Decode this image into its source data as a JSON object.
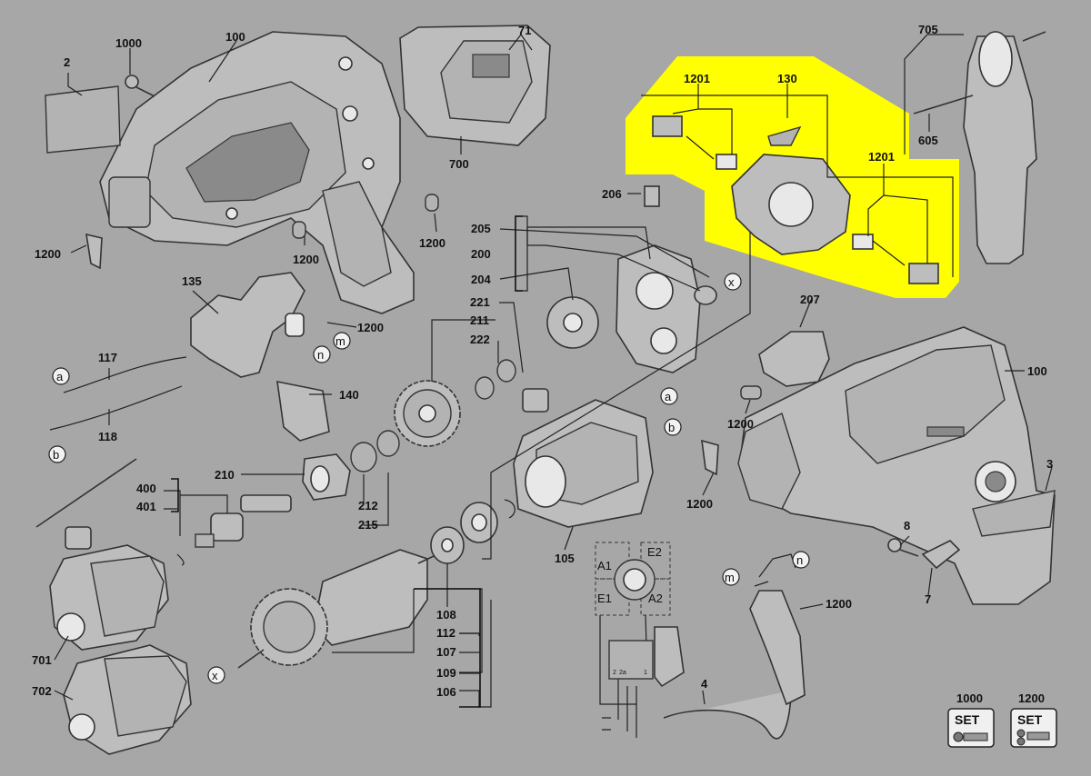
{
  "diagram": {
    "labels": {
      "l1000a": "1000",
      "l100a": "100",
      "l2": "2",
      "l71": "71",
      "l700": "700",
      "l1201a": "1201",
      "l130": "130",
      "l1201b": "1201",
      "l705": "705",
      "l605": "605",
      "l1200a": "1200",
      "l1200b": "1200",
      "l1200c": "1200",
      "l206": "206",
      "l205": "205",
      "l200": "200",
      "l204": "204",
      "l221": "221",
      "l211": "211",
      "l222": "222",
      "l135": "135",
      "l1200d": "1200",
      "l117": "117",
      "l118": "118",
      "l140": "140",
      "l207": "207",
      "l100b": "100",
      "l1200e": "1200",
      "l1200f": "1200",
      "l3": "3",
      "l400": "400",
      "l401": "401",
      "l210": "210",
      "l212": "212",
      "l215": "215",
      "l105": "105",
      "l8": "8",
      "l7": "7",
      "l1200g": "1200",
      "l701": "701",
      "l702": "702",
      "l108": "108",
      "l112": "112",
      "l107": "107",
      "l109": "109",
      "l106": "106",
      "l4": "4",
      "set1000": "1000",
      "set1200": "1200"
    },
    "circle_markers": {
      "ca1": "a",
      "cb1": "b",
      "cm1": "m",
      "cn1": "n",
      "cx1": "x",
      "ca2": "a",
      "cb2": "b",
      "cm2": "m",
      "cn2": "n",
      "cx2": "x"
    },
    "schematic": {
      "a1": "A1",
      "e2": "E2",
      "e1": "E1",
      "a2": "A2",
      "t1": "2",
      "t2": "2a",
      "t3": "1"
    },
    "set_badges": {
      "label": "SET"
    },
    "highlight_color": "#ffff00"
  }
}
